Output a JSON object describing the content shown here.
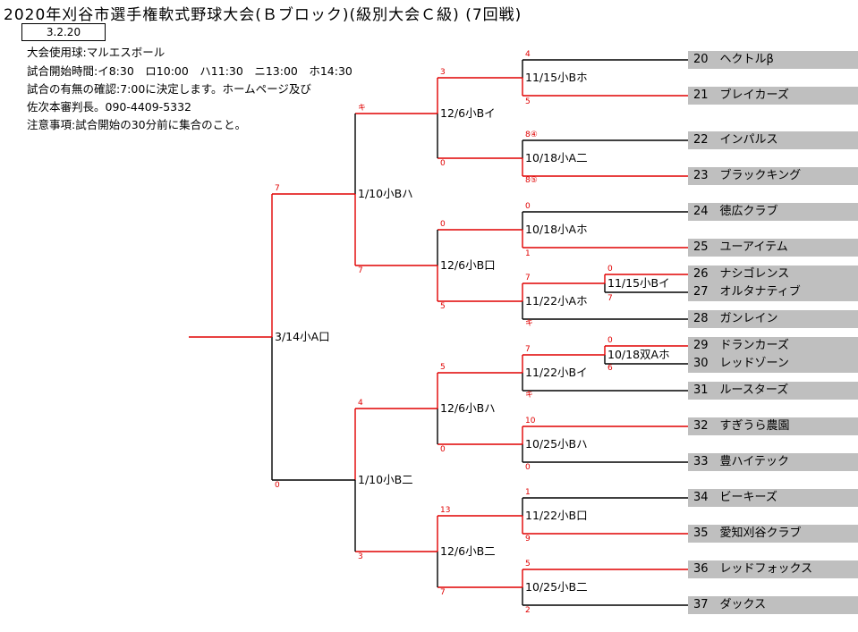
{
  "title": "2020年刈谷市選手権軟式野球大会(Ｂブロック)(級別大会Ｃ級) (7回戦)",
  "date_box": "3.2.20",
  "info": [
    "大会使用球:マルエスボール",
    "試合開始時間:イ8:30　ロ10:00　ハ11:30　ニ13:00　ホ14:30",
    "試合の有無の確認:7:00に決定します。ホームページ及び",
    "佐次本審判長。090-4409-5332",
    "注意事項:試合開始の30分前に集合のこと。"
  ],
  "teams": [
    "20　ヘクトルβ",
    "21　ブレイカーズ",
    "22　インパルス",
    "23　ブラックキング",
    "24　徳広クラブ",
    "25　ユーアイテム",
    "26　ナシゴレンス",
    "27　オルタナティブ",
    "28　ガンレイン",
    "29　ドランカーズ",
    "30　レッドゾーン",
    "31　ルースターズ",
    "32　すぎうら農園",
    "33　豊ハイテック",
    "34　ビーキーズ",
    "35　愛知刈谷クラブ",
    "36　レッドフォックス",
    "37　ダックス"
  ],
  "matches": [
    "11/15小Bホ",
    "10/18小A二",
    "10/18小Aホ",
    "11/15小Bイ",
    "11/22小Aホ",
    "10/18双Aホ",
    "11/22小Bイ",
    "10/25小Bハ",
    "11/22小B口",
    "10/25小B二",
    "12/6小Bイ",
    "12/6小B口",
    "12/6小Bハ",
    "12/6小B二",
    "1/10小Bハ",
    "1/10小B二",
    "3/14小A口"
  ],
  "scores": [
    "4",
    "5",
    "8④",
    "8⑤",
    "0",
    "1",
    "0",
    "7",
    "7",
    "キ",
    "0",
    "6",
    "7",
    "キ",
    "10",
    "0",
    "1",
    "9",
    "5",
    "2",
    "3",
    "0",
    "0",
    "5",
    "5",
    "0",
    "13",
    "7",
    "キ",
    "7",
    "4",
    "3",
    "7",
    "0"
  ],
  "colors": {
    "win_line": "#e00000",
    "loss_line": "#000000",
    "team_bar": "#bfbfbf"
  }
}
